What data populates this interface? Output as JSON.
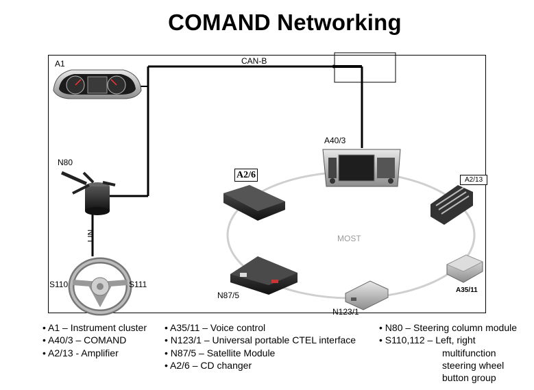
{
  "title": "COMAND Networking",
  "labels": {
    "a1": "A1",
    "can_b": "CAN-B",
    "a40_3": "A40/3",
    "n80": "N80",
    "a2_6": "A2/6",
    "a2_13": "A2/13",
    "most": "MOST",
    "lin": "LIN",
    "s110": "S110",
    "s111": "S111",
    "n87_5": "N87/5",
    "n123_1": "N123/1",
    "a35_11": "A35/11"
  },
  "legend": {
    "col1": [
      "A1 – Instrument cluster",
      "A40/3 – COMAND",
      "A2/13 - Amplifier"
    ],
    "col2": [
      "A35/11 – Voice control",
      "N123/1 – Universal portable CTEL interface",
      "N87/5 – Satellite Module",
      "A2/6 – CD changer"
    ],
    "col3": [
      "N80 – Steering column module",
      "S110,112 – Left, right",
      "multifunction",
      "steering wheel",
      "button group"
    ]
  },
  "colors": {
    "line": "#000000",
    "most_ring": "#cfcfcf",
    "device_dark": "#2a2a2a"
  }
}
